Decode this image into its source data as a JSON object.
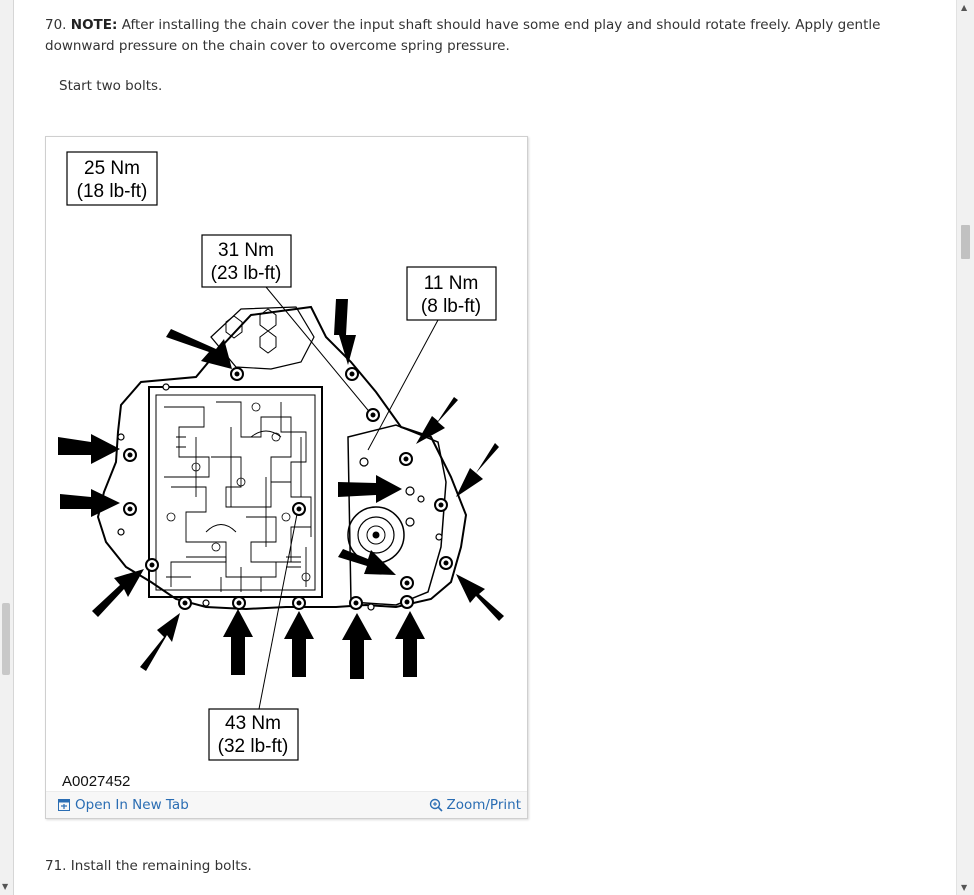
{
  "steps": {
    "step70_number": "70.",
    "step70_note": "NOTE:",
    "step70_text": "After installing the chain cover the input shaft should have some end play and should rotate freely. Apply gentle downward pressure on the chain cover to overcome spring pressure.",
    "step70_sub": "Start two bolts.",
    "step71_number": "71.",
    "step71_text": "Install the remaining bolts."
  },
  "figure": {
    "label_a_line1": "25 Nm",
    "label_a_line2": "(18 lb-ft)",
    "label_b_line1": "31 Nm",
    "label_b_line2": "(23 lb-ft)",
    "label_c_line1": "11 Nm",
    "label_c_line2": "(8 lb-ft)",
    "label_d_line1": "43 Nm",
    "label_d_line2": "(32 lb-ft)",
    "figure_id": "A0027452",
    "open_tab_label": "Open In New Tab",
    "zoom_print_label": "Zoom/Print"
  },
  "icons": {
    "open_tab": "open-in-new-tab-icon",
    "zoom": "zoom-in-icon"
  },
  "colors": {
    "link": "#2a6db3",
    "text": "#333333"
  }
}
